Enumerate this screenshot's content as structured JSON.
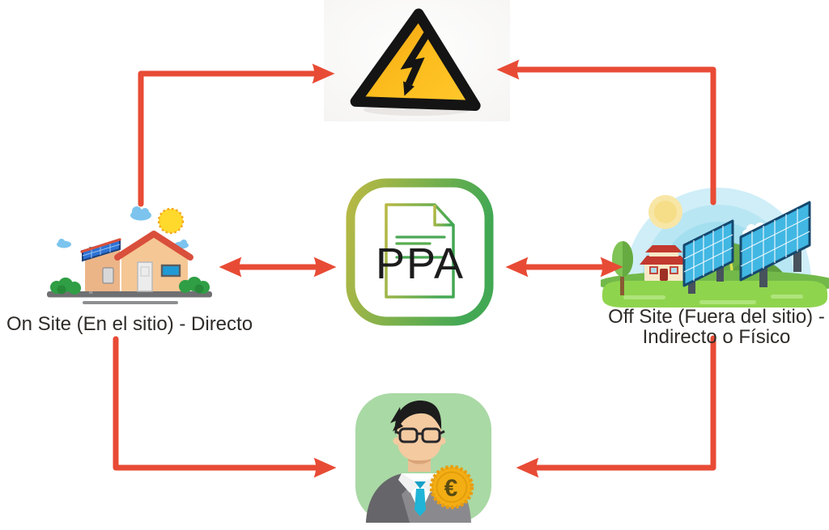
{
  "nodes": {
    "grid": {
      "icon": "high-voltage-warning-icon"
    },
    "contract": {
      "icon": "contract-document-icon",
      "label": "PPA"
    },
    "onsite": {
      "icon": "house-solar-panels-icon",
      "label": "On Site (En el sitio) - Directo"
    },
    "offsite": {
      "icon": "solar-farm-icon",
      "label_line1": "Off Site (Fuera del sitio) -",
      "label_line2": "Indirecto o Físico"
    },
    "buyer": {
      "icon": "businessman-euro-coin-icon",
      "coin_symbol": "€"
    }
  },
  "connections": [
    {
      "from": "onsite",
      "to": "grid",
      "type": "one-way"
    },
    {
      "from": "offsite",
      "to": "grid",
      "type": "one-way"
    },
    {
      "from": "onsite",
      "to": "contract",
      "type": "two-way"
    },
    {
      "from": "offsite",
      "to": "contract",
      "type": "two-way"
    },
    {
      "from": "onsite",
      "to": "buyer",
      "type": "one-way"
    },
    {
      "from": "offsite",
      "to": "buyer",
      "type": "one-way"
    }
  ],
  "colors": {
    "canvas-bg": "#ffffff",
    "arrow": "#e84b35",
    "label-text": "#2e2b28",
    "hazard-yellow": "#fcbb1c",
    "ppa-olive": "#b9b944",
    "ppa-green": "#43a854",
    "ppa-text": "#1c1c1c",
    "buyer-bg": "#a9d9a4",
    "coin-gold": "#f3ae14",
    "tie-cyan": "#1fb4d8"
  }
}
